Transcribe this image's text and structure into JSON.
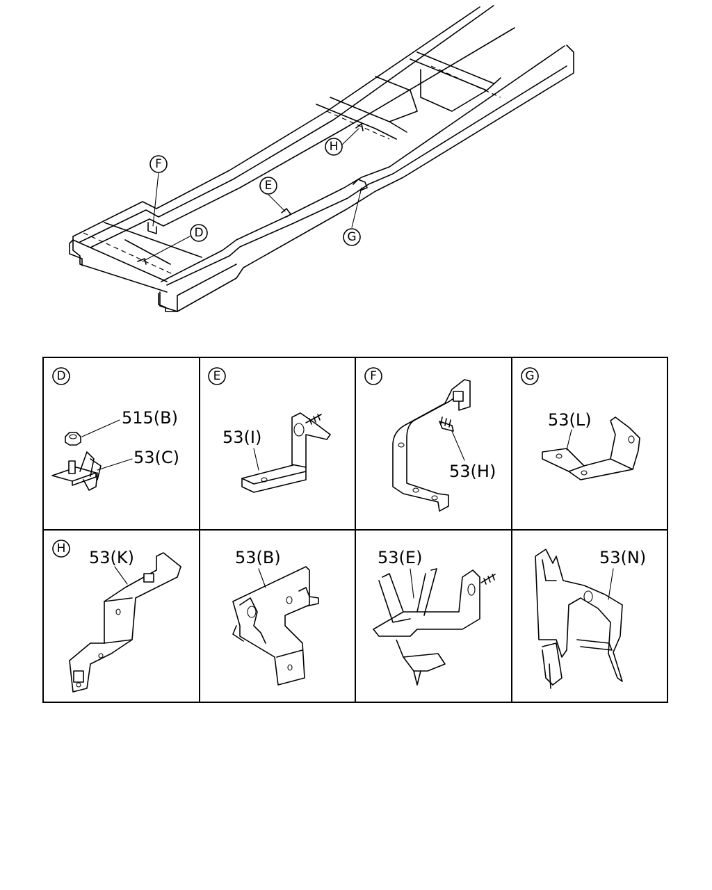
{
  "overview": {
    "callouts": [
      "F",
      "D",
      "E",
      "H",
      "G"
    ]
  },
  "cells": [
    {
      "callout": "D",
      "labels": [
        "515(B)",
        "53(C)"
      ]
    },
    {
      "callout": "E",
      "labels": [
        "53(I)"
      ]
    },
    {
      "callout": "F",
      "labels": [
        "53(H)"
      ]
    },
    {
      "callout": "G",
      "labels": [
        "53(L)"
      ]
    },
    {
      "callout": "H",
      "labels": [
        "53(K)"
      ]
    },
    {
      "callout": "",
      "labels": [
        "53(B)"
      ]
    },
    {
      "callout": "",
      "labels": [
        "53(E)"
      ]
    },
    {
      "callout": "",
      "labels": [
        "53(N)"
      ]
    }
  ]
}
